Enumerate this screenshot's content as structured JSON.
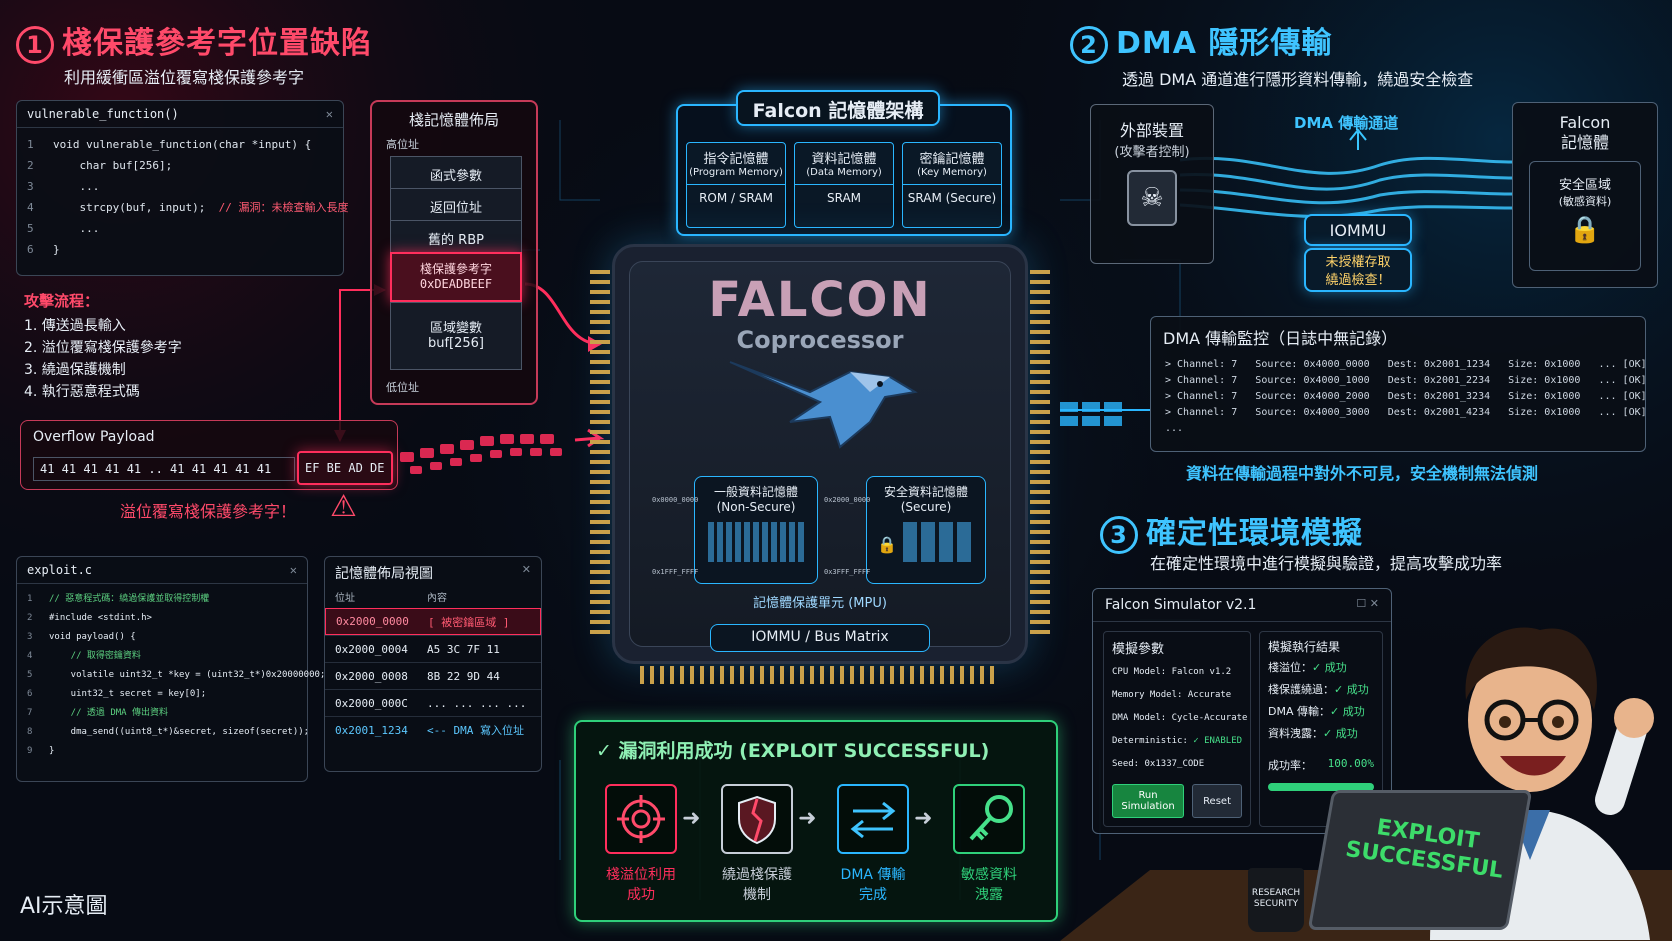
{
  "sec1": {
    "num": "1",
    "title": "棧保護參考字位置缺陷",
    "subtitle": "利用緩衝區溢位覆寫棧保護參考字",
    "code_title": "vulnerable_function()",
    "code": [
      {
        "n": "1",
        "t": "void vulnerable_function(char *input) {"
      },
      {
        "n": "2",
        "t": "    char buf[256];"
      },
      {
        "n": "3",
        "t": "    ..."
      },
      {
        "n": "4",
        "t": "    strcpy(buf, input);  ",
        "c": "// 漏洞：未檢查輸入長度"
      },
      {
        "n": "5",
        "t": "    ..."
      },
      {
        "n": "6",
        "t": "}"
      }
    ],
    "flow_title": "攻擊流程：",
    "flow": [
      "1. 傳送過長輸入",
      "2. 溢位覆寫棧保護參考字",
      "3. 繞過保護機制",
      "4. 執行惡意程式碼"
    ],
    "stack_title": "棧記憶體佈局",
    "stack_high": "高位址",
    "stack_low": "低位址",
    "stack": [
      "函式參數",
      "返回位址",
      "舊的 RBP"
    ],
    "canary_label": "棧保護參考字",
    "canary_value": "0xDEADBEEF",
    "locals_label": "區域變數",
    "locals_value": "buf[256]",
    "payload_title": "Overflow Payload",
    "payload_bytes": "41 41 41 41 41 .. 41 41 41 41 41",
    "payload_tail": "EF BE AD DE",
    "payload_warn": "溢位覆寫棧保護參考字！",
    "exploit_title": "exploit.c",
    "exploit": [
      {
        "n": "1",
        "c": "// 惡意程式碼：繞過保護並取得控制權"
      },
      {
        "n": "2",
        "t": "#include <stdint.h>"
      },
      {
        "n": "3",
        "t": "void payload() {"
      },
      {
        "n": "4",
        "c": "    // 取得密鑰資料"
      },
      {
        "n": "5",
        "t": "    volatile uint32_t *key = (uint32_t*)0x20000000;"
      },
      {
        "n": "6",
        "t": "    uint32_t secret = key[0];"
      },
      {
        "n": "7",
        "c": "    // 透過 DMA 傳出資料"
      },
      {
        "n": "8",
        "t": "    dma_send((uint8_t*)&secret, sizeof(secret));"
      },
      {
        "n": "9",
        "t": "}"
      }
    ],
    "memview_title": "記憶體佈局視圖",
    "memview_cols": [
      "位址",
      "內容"
    ],
    "memview_rows": [
      {
        "addr": "0x2000_0000",
        "val": "[ 被密鑰區域 ]"
      },
      {
        "addr": "0x2000_0004",
        "val": "A5 3C 7F 11"
      },
      {
        "addr": "0x2000_0008",
        "val": "8B 22 9D 44"
      },
      {
        "addr": "0x2000_000C",
        "val": "... ... ... ..."
      },
      {
        "addr": "0x2001_1234",
        "val": "<-- DMA 寫入位址"
      }
    ]
  },
  "falcon": {
    "arch_title": "Falcon 記憶體架構",
    "mem": [
      {
        "name": "指令記憶體",
        "sub": "(Program Memory)",
        "type": "ROM / SRAM"
      },
      {
        "name": "資料記憶體",
        "sub": "(Data Memory)",
        "type": "SRAM"
      },
      {
        "name": "密鑰記憶體",
        "sub": "(Key Memory)",
        "type": "SRAM (Secure)"
      }
    ],
    "chip_name": "FALCON",
    "chip_sub": "Coprocessor",
    "ns_title": "一般資料記憶體",
    "ns_sub": "(Non-Secure)",
    "sec_title": "安全資料記憶體",
    "sec_sub": "(Secure)",
    "addr_a": "0x0000_0000",
    "addr_b": "0x1FFF_FFFF",
    "addr_c": "0x2000_0000",
    "addr_d": "0x3FFF_FFFF",
    "mpu": "記憶體保護單元 (MPU)",
    "bus": "IOMMU / Bus Matrix"
  },
  "sec2": {
    "num": "2",
    "title": "DMA 隱形傳輸",
    "subtitle": "透過 DMA 通道進行隱形資料傳輸，繞過安全檢查",
    "ext_title": "外部裝置",
    "ext_sub": "(攻擊者控制)",
    "channel": "DMA 傳輸通道",
    "iommu": "IOMMU",
    "iommu_warn1": "未授權存取",
    "iommu_warn2": "繞過檢查！",
    "falcon_mem1": "Falcon",
    "falcon_mem2": "記憶體",
    "secure_area": "安全區域",
    "secure_sub": "(敏感資料)",
    "log_title": "DMA 傳輸監控（日誌中無記錄）",
    "log": [
      "> Channel: 7   Source: 0x4000_0000   Dest: 0x2001_1234   Size: 0x1000   ... [OK]",
      "> Channel: 7   Source: 0x4000_1000   Dest: 0x2001_2234   Size: 0x1000   ... [OK]",
      "> Channel: 7   Source: 0x4000_2000   Dest: 0x2001_3234   Size: 0x1000   ... [OK]",
      "> Channel: 7   Source: 0x4000_3000   Dest: 0x2001_4234   Size: 0x1000   ... [OK]",
      "..."
    ],
    "note": "資料在傳輸過程中對外不可見，安全機制無法偵測"
  },
  "sec3": {
    "num": "3",
    "title": "確定性環境模擬",
    "subtitle": "在確定性環境中進行模擬與驗證，提高攻擊成功率",
    "sim_title": "Falcon Simulator v2.1",
    "params_title": "模擬參數",
    "params": [
      {
        "k": "CPU Model:",
        "v": "Falcon v1.2"
      },
      {
        "k": "Memory Model:",
        "v": "Accurate"
      },
      {
        "k": "DMA Model:",
        "v": "Cycle-Accurate"
      },
      {
        "k": "Deterministic:",
        "v": "✓ ENABLED"
      },
      {
        "k": "Seed:",
        "v": "0x1337_CODE"
      }
    ],
    "results_title": "模擬執行結果",
    "results": [
      {
        "k": "棧溢位：",
        "v": "✓ 成功"
      },
      {
        "k": "棧保護繞過：",
        "v": "✓ 成功"
      },
      {
        "k": "DMA 傳輸：",
        "v": "✓ 成功"
      },
      {
        "k": "資料洩露：",
        "v": "✓ 成功"
      }
    ],
    "rate_label": "成功率：",
    "rate_value": "100.00%",
    "rate": 1.0,
    "run_btn": "Run Simulation",
    "reset_btn": "Reset"
  },
  "exploit": {
    "title": "✓ 漏洞利用成功 (EXPLOIT SUCCESSFUL)",
    "steps": [
      {
        "l1": "棧溢位利用",
        "l2": "成功",
        "icon": "target-icon"
      },
      {
        "l1": "繞過棧保護",
        "l2": "機制",
        "icon": "broken-shield-icon"
      },
      {
        "l1": "DMA 傳輸",
        "l2": "完成",
        "icon": "transfer-arrows-icon"
      },
      {
        "l1": "敏感資料",
        "l2": "洩露",
        "icon": "key-icon"
      }
    ],
    "laptop1": "EXPLOIT",
    "laptop2": "SUCCESSFUL",
    "mug1": "RESEARCH",
    "mug2": "SECURITY"
  },
  "footer": "AI示意圖",
  "colors": {
    "red": "#ff2e5c",
    "cyan": "#2ab6ff",
    "green": "#2fd07a"
  }
}
